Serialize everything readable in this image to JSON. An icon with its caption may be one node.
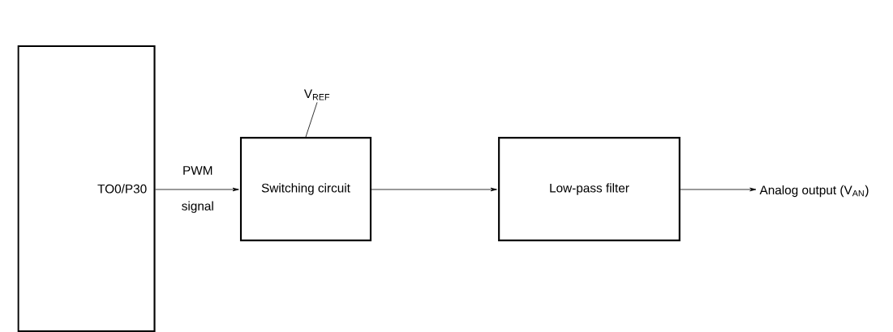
{
  "diagram": {
    "nodes": [
      {
        "text": [
          "TO0/P30"
        ]
      },
      {
        "text": [
          "Switching circuit"
        ]
      },
      {
        "text": [
          "Low-pass filter"
        ]
      },
      {
        "text": [
          "Analog output (V$_{AN}$)"
        ]
      },
      {
        "text": [
          "V$_{REF}$"
        ]
      }
    ],
    "edges": [
      {
        "from": 0,
        "to": 1,
        "arrow": "to",
        "label": "PWM signal"
      },
      {
        "from": 1,
        "to": 2,
        "arrow": "to"
      },
      {
        "from": 2,
        "to": 3,
        "arrow": "to"
      },
      {
        "from": 4,
        "to": 1,
        "arrow": "none"
      }
    ]
  }
}
